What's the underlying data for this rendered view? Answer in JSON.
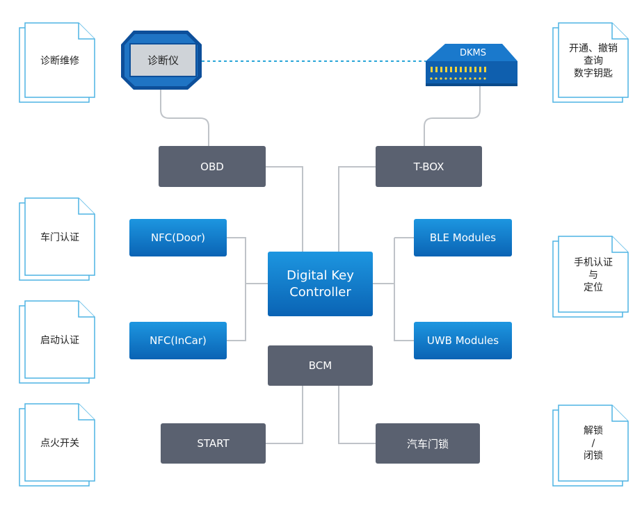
{
  "devices": {
    "diagnostic": "诊断仪",
    "dkms": "DKMS"
  },
  "nodes": {
    "obd": "OBD",
    "tbox": "T-BOX",
    "nfc_door": "NFC(Door)",
    "nfc_incar": "NFC(InCar)",
    "ble": "BLE Modules",
    "uwb": "UWB Modules",
    "controller_line1": "Digital Key",
    "controller_line2": "Controller",
    "bcm": "BCM",
    "start": "START",
    "car_lock": "汽车门锁"
  },
  "docs": {
    "left": [
      "诊断维修",
      "车门认证",
      "启动认证",
      "点火开关"
    ],
    "right_dkms": [
      "开通、撤销",
      "查询",
      "数字钥匙"
    ],
    "right_phone": [
      "手机认证",
      "与",
      "定位"
    ],
    "right_lock": [
      "解锁",
      "/",
      "闭锁"
    ]
  },
  "colors": {
    "gray_box": "#5a6170",
    "blue_top": "#1d96e0",
    "blue_bottom": "#0a63b4",
    "connector": "#bfc3c8",
    "dashed_link": "#2aa6d8",
    "doc_outline": "#4db3e3"
  }
}
